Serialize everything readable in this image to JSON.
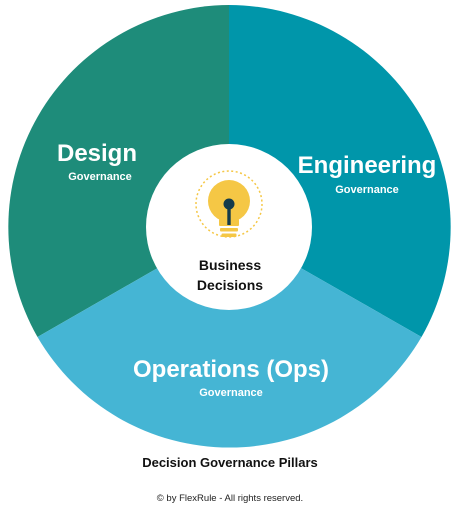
{
  "segments": [
    {
      "key": "design",
      "title": "Design",
      "subtitle": "Governance",
      "color": "#1e8c7a"
    },
    {
      "key": "engineering",
      "title": "Engineering",
      "subtitle": "Governance",
      "color": "#0096aa"
    },
    {
      "key": "operations",
      "title": "Operations (Ops)",
      "subtitle": "Governance",
      "color": "#45b5d4"
    }
  ],
  "center": {
    "line1": "Business",
    "line2": "Decisions",
    "icon": "lightbulb-icon",
    "icon_color": "#f5c745"
  },
  "caption": "Decision Governance Pillars",
  "copyright": "© by FlexRule - All rights reserved."
}
